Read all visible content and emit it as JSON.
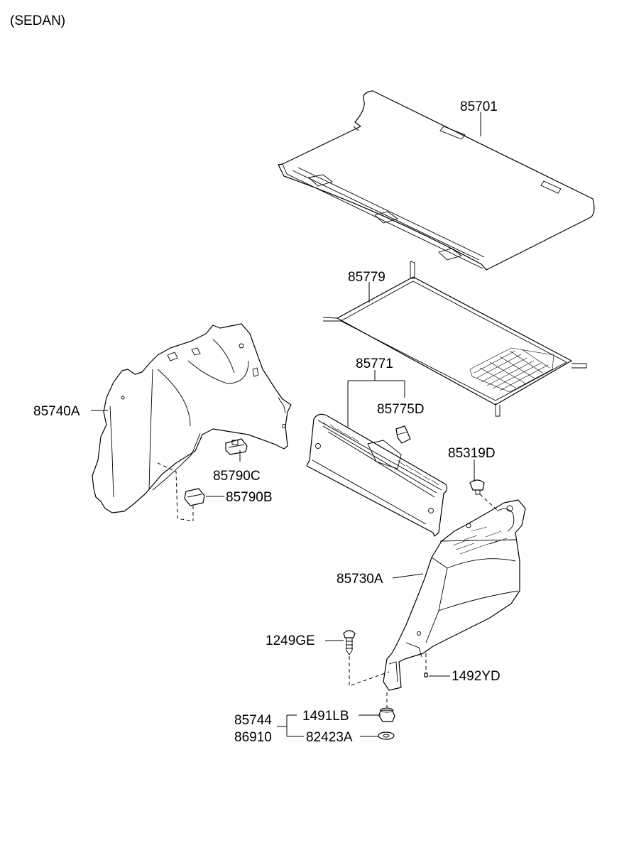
{
  "variant_label": "(SEDAN)",
  "parts": {
    "p85701": "85701",
    "p85779": "85779",
    "p85771": "85771",
    "p85775D": "85775D",
    "p85319D": "85319D",
    "p85740A": "85740A",
    "p85790C": "85790C",
    "p85790B": "85790B",
    "p85730A": "85730A",
    "p1249GE": "1249GE",
    "p1492YD": "1492YD",
    "p85744": "85744",
    "p86910": "86910",
    "p1491LB": "1491LB",
    "p82423A": "82423A"
  }
}
